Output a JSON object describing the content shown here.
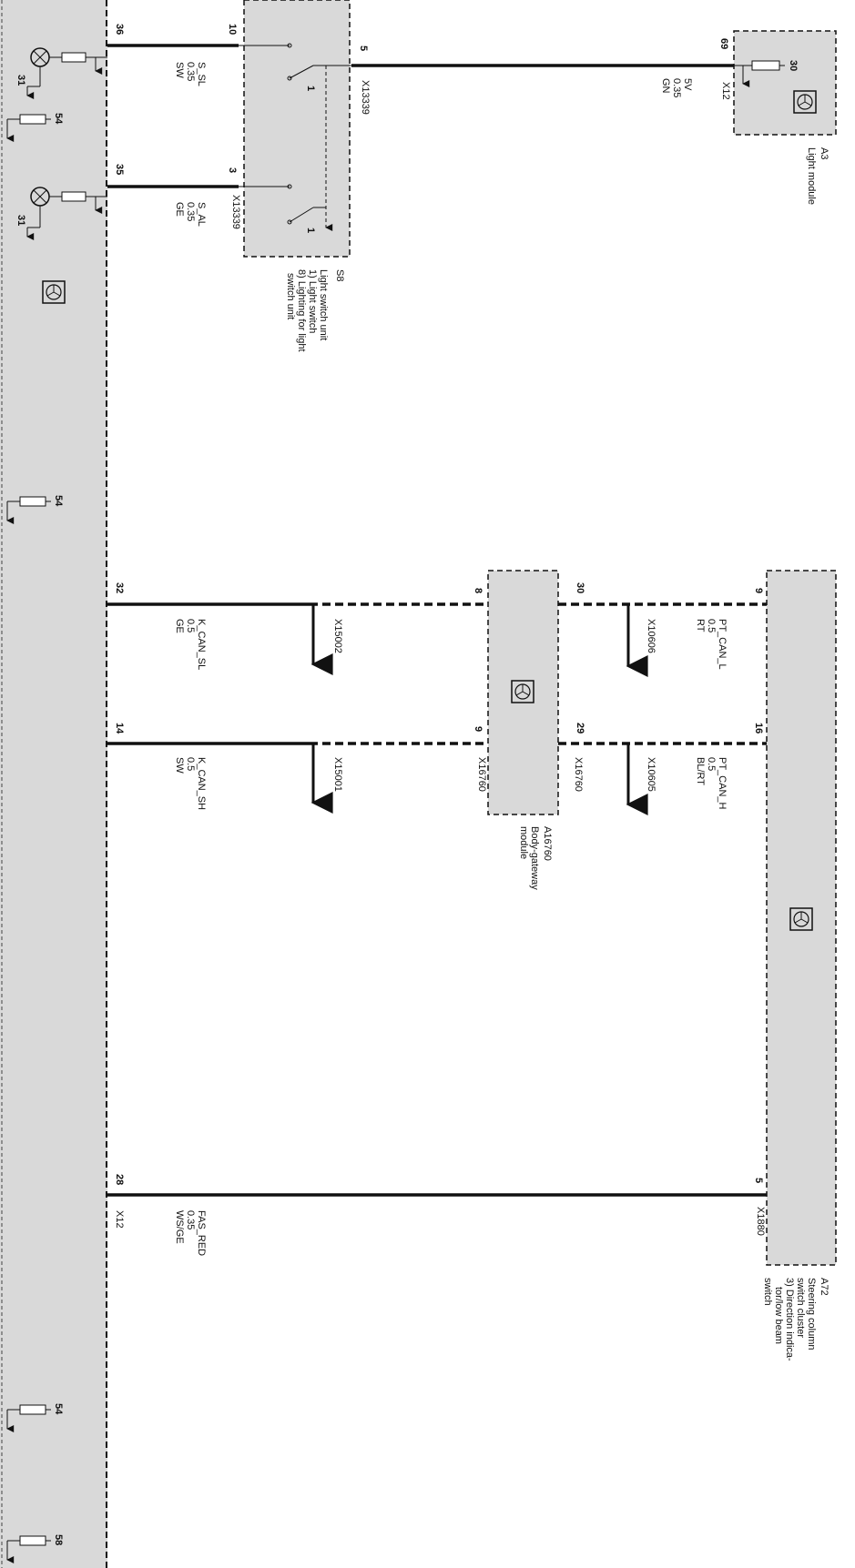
{
  "modules": {
    "left_module": {
      "grounds_top": [
        "54"
      ],
      "grounds_mid": [
        "54"
      ],
      "grounds_bottom": [
        "54",
        "58"
      ],
      "lamp_ground_1": "31",
      "lamp_ground_2": "31"
    },
    "s8": {
      "ref": "S8",
      "desc1": "Light switch unit",
      "desc2": "1) Light switch",
      "desc3": "8) Lighting for light",
      "desc4": "switch unit",
      "switch_label_1": "1",
      "switch_label_2": "1"
    },
    "a3": {
      "ref": "A3",
      "desc": "Light module",
      "pin": "30",
      "connector": "X12"
    },
    "a16760": {
      "ref": "A16760",
      "desc1": "Body-gateway",
      "desc2": "module",
      "connector_left": "X16760",
      "connector_right": "X16760"
    },
    "a72": {
      "ref": "A72",
      "desc1": "Steering column",
      "desc2": "switch cluster",
      "desc3": "3) Direction indica-",
      "desc4": "tor/low beam",
      "desc5": "switch",
      "connector": "X1880"
    }
  },
  "wires": [
    {
      "pin_left": "36",
      "pin_right": "10",
      "name": "S_SL",
      "size": "0.35",
      "color": "SW",
      "connector": ""
    },
    {
      "pin_left": "35",
      "pin_right": "3",
      "name": "S_AL",
      "size": "0.35",
      "color": "GE",
      "connector": "X13339"
    },
    {
      "pin_left": "5",
      "pin_right": "69",
      "name": "5V",
      "size": "0.35",
      "color": "GN",
      "connector": "X13339"
    },
    {
      "pin_left": "32",
      "pin_right": "8",
      "name": "K_CAN_SL",
      "size": "0.5",
      "color": "GE",
      "connector": "X15002"
    },
    {
      "pin_left": "14",
      "pin_right": "9",
      "name": "K_CAN_SH",
      "size": "0.5",
      "color": "SW",
      "connector": "X15001"
    },
    {
      "pin_left": "30",
      "pin_right": "9",
      "name": "PT_CAN_L",
      "size": "0.5",
      "color": "RT",
      "connector": "X10606"
    },
    {
      "pin_left": "29",
      "pin_right": "16",
      "name": "PT_CAN_H",
      "size": "0.5",
      "color": "BL/RT",
      "connector": "X10605"
    },
    {
      "pin_left": "28",
      "pin_right": "5",
      "name": "FAS_RED",
      "size": "0.35",
      "color": "WS/GE",
      "connector": "X12"
    }
  ]
}
